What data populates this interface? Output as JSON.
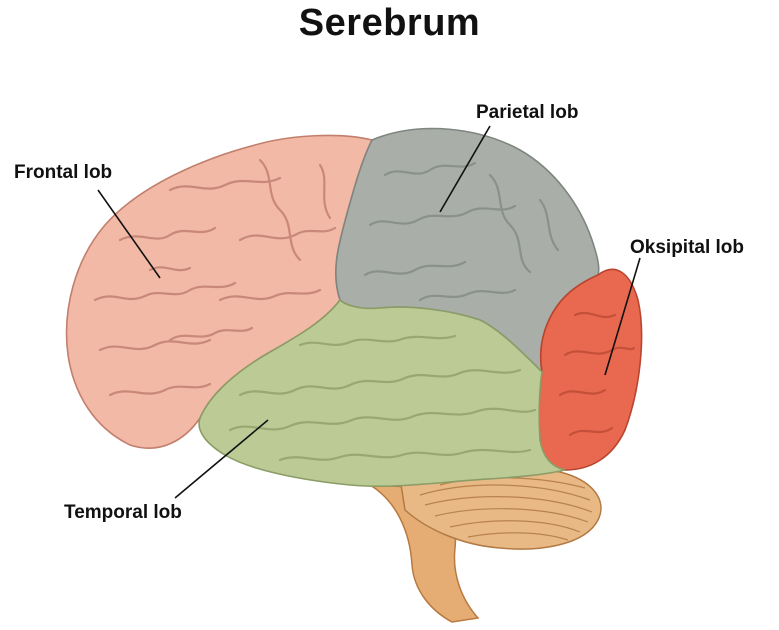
{
  "title": "Serebrum",
  "labels": {
    "frontal": "Frontal lob",
    "parietal": "Parietal lob",
    "occipital": "Oksipital lob",
    "temporal": "Temporal lob"
  },
  "colors": {
    "frontal": "#f1b9a6",
    "parietal": "#a9aea8",
    "occipital": "#e8694f",
    "temporal": "#bccb95",
    "cerebellum": "#e9b985",
    "brainstem": "#e5ad74"
  }
}
